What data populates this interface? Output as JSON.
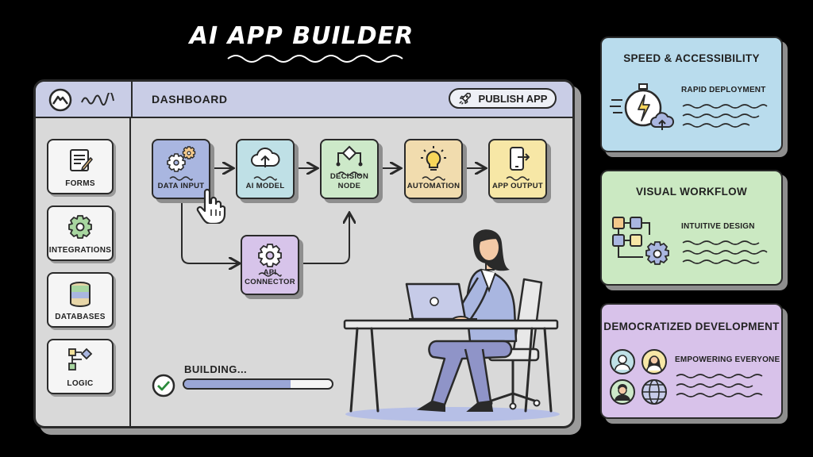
{
  "title": "AI APP BUILDER",
  "dashboard": {
    "label": "DASHBOARD",
    "publish_label": "PUBLISH APP"
  },
  "sidebar": {
    "items": [
      {
        "label": "FORMS",
        "icon": "form-icon"
      },
      {
        "label": "INTEGRATIONS",
        "icon": "gear-icon"
      },
      {
        "label": "DATABASES",
        "icon": "database-icon"
      },
      {
        "label": "LOGIC",
        "icon": "flowchart-icon"
      }
    ]
  },
  "flow": {
    "nodes": [
      {
        "label": "DATA INPUT",
        "color": "#a9b6e0",
        "icon": "gears-icon"
      },
      {
        "label": "AI MODEL",
        "color": "#bfe0e6",
        "icon": "cloud-upload-icon"
      },
      {
        "label": "DECISION NODE",
        "color": "#cde9c9",
        "icon": "decision-icon"
      },
      {
        "label": "AUTOMATION",
        "color": "#f1dcae",
        "icon": "lightbulb-icon"
      },
      {
        "label": "APP OUTPUT",
        "color": "#f7e7a6",
        "icon": "phone-icon"
      },
      {
        "label": "API CONNECTOR",
        "color": "#d7c4ea",
        "icon": "gear-icon"
      }
    ]
  },
  "status": {
    "label": "BUILDING...",
    "progress": 0.72
  },
  "cards": [
    {
      "title": "SPEED & ACCESSIBILITY",
      "subtitle": "RAPID DEPLOYMENT",
      "color": "#b9dced",
      "icon": "stopwatch-icon"
    },
    {
      "title": "VISUAL WORKFLOW",
      "subtitle": "INTUITIVE DESIGN",
      "color": "#cbe9c2",
      "icon": "workflow-icon"
    },
    {
      "title": "DEMOCRATIZED DEVELOPMENT",
      "subtitle": "EMPOWERING EVERYONE",
      "color": "#d8c2ea",
      "icon": "people-icon"
    }
  ],
  "colors": {
    "topbar": "#c9cde6",
    "window": "#d9d9d9",
    "progress_fill": "#9aa6d6",
    "outline": "#2a2a2a"
  }
}
